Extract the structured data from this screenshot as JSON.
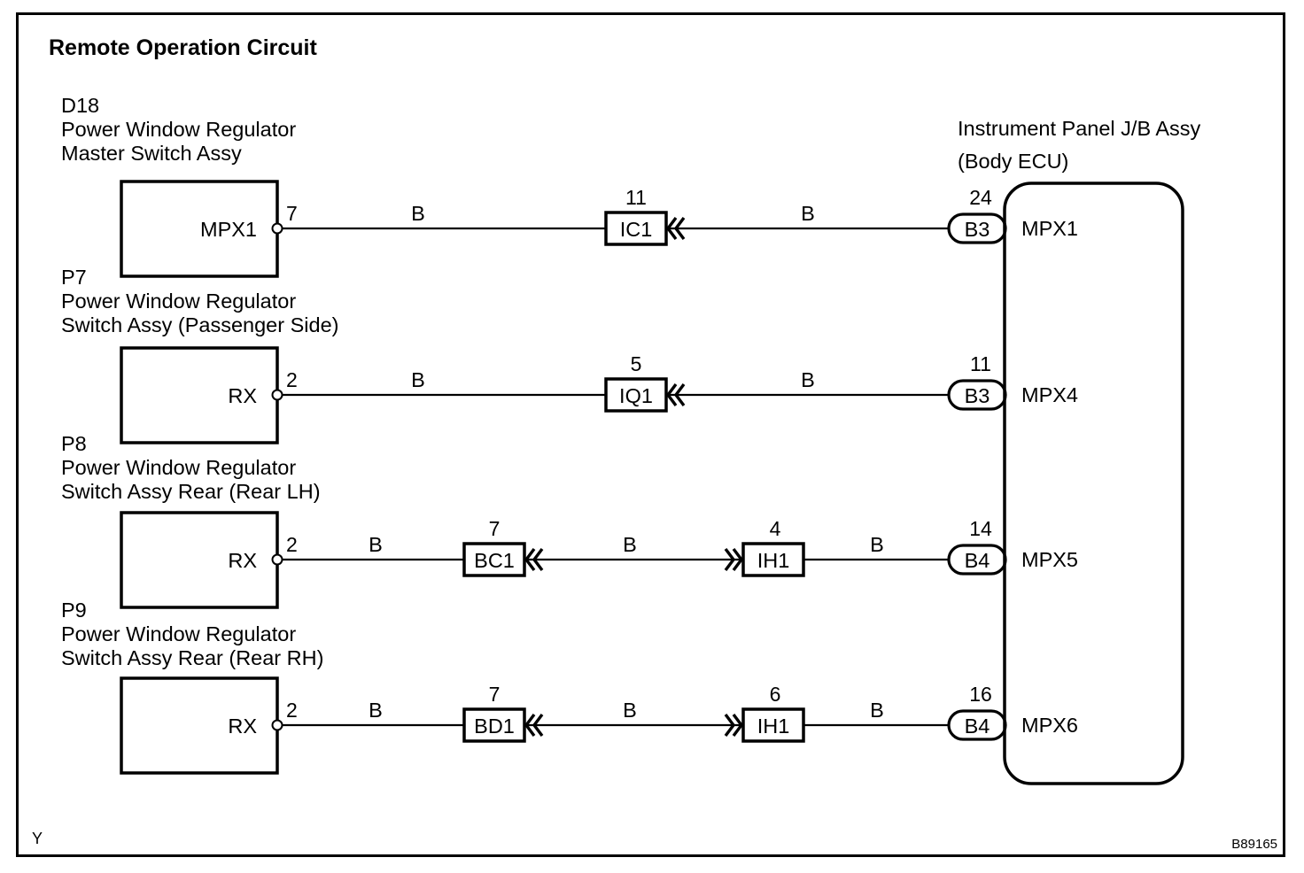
{
  "title": "Remote Operation Circuit",
  "figure_id": "B89165",
  "corner_mark": "Y",
  "ecu": {
    "name_line1": "Instrument Panel J/B Assy",
    "name_line2": "(Body ECU)"
  },
  "circuits": [
    {
      "component_code": "D18",
      "component_line1": "Power Window Regulator",
      "component_line2": "Master Switch Assy",
      "terminal_name": "MPX1",
      "terminal_pin": "7",
      "segments": [
        {
          "wire_color": "B"
        },
        {
          "wire_color": "B"
        }
      ],
      "junctions": [
        {
          "connector": "IC1",
          "pin": "11",
          "type": "female-right"
        }
      ],
      "ecu_connector": "B3",
      "ecu_pin": "24",
      "ecu_terminal": "MPX1"
    },
    {
      "component_code": "P7",
      "component_line1": "Power Window Regulator",
      "component_line2": "Switch Assy (Passenger Side)",
      "terminal_name": "RX",
      "terminal_pin": "2",
      "segments": [
        {
          "wire_color": "B"
        },
        {
          "wire_color": "B"
        }
      ],
      "junctions": [
        {
          "connector": "IQ1",
          "pin": "5",
          "type": "female-right"
        }
      ],
      "ecu_connector": "B3",
      "ecu_pin": "11",
      "ecu_terminal": "MPX4"
    },
    {
      "component_code": "P8",
      "component_line1": "Power Window Regulator",
      "component_line2": "Switch Assy Rear (Rear LH)",
      "terminal_name": "RX",
      "terminal_pin": "2",
      "segments": [
        {
          "wire_color": "B"
        },
        {
          "wire_color": "B"
        },
        {
          "wire_color": "B"
        }
      ],
      "junctions": [
        {
          "connector": "BC1",
          "pin": "7",
          "type": "female-right"
        },
        {
          "connector": "IH1",
          "pin": "4",
          "type": "male-left"
        }
      ],
      "ecu_connector": "B4",
      "ecu_pin": "14",
      "ecu_terminal": "MPX5"
    },
    {
      "component_code": "P9",
      "component_line1": "Power Window Regulator",
      "component_line2": "Switch Assy Rear (Rear RH)",
      "terminal_name": "RX",
      "terminal_pin": "2",
      "segments": [
        {
          "wire_color": "B"
        },
        {
          "wire_color": "B"
        },
        {
          "wire_color": "B"
        }
      ],
      "junctions": [
        {
          "connector": "BD1",
          "pin": "7",
          "type": "female-right"
        },
        {
          "connector": "IH1",
          "pin": "6",
          "type": "male-left"
        }
      ],
      "ecu_connector": "B4",
      "ecu_pin": "16",
      "ecu_terminal": "MPX6"
    }
  ]
}
